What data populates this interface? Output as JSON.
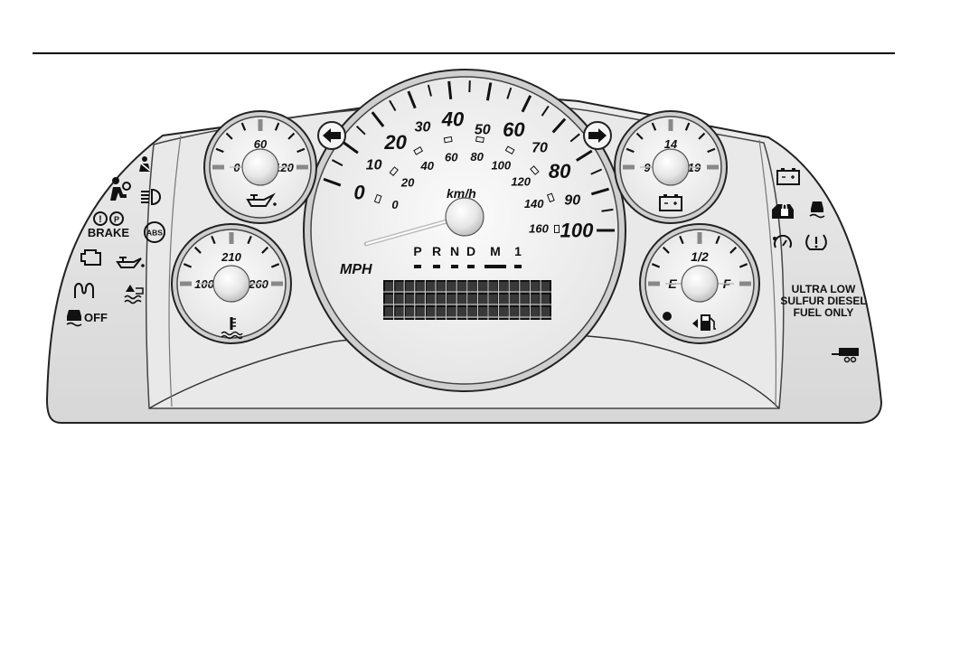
{
  "speedometer": {
    "mph_labels": [
      "0",
      "10",
      "20",
      "30",
      "40",
      "50",
      "60",
      "70",
      "80",
      "90",
      "100"
    ],
    "kmh_labels": [
      "0",
      "20",
      "40",
      "60",
      "80",
      "100",
      "120",
      "140",
      "160"
    ],
    "unit_mph": "MPH",
    "unit_kmh": "km/h",
    "prndl": [
      "P",
      "R",
      "N",
      "D",
      "M",
      "1"
    ]
  },
  "oil_pressure_gauge": {
    "min": "0",
    "mid": "60",
    "max": "120",
    "icon": "oil-can-icon"
  },
  "coolant_temp_gauge": {
    "min": "100",
    "mid": "210",
    "max": "260",
    "icon": "thermometer-icon"
  },
  "voltmeter": {
    "min": "9",
    "mid": "14",
    "max": "19",
    "icon": "battery-icon"
  },
  "fuel_gauge": {
    "min": "E",
    "mid": "1/2",
    "max": "F",
    "icon": "fuel-pump-icon"
  },
  "left_telltales": {
    "brake_label": "BRAKE",
    "abs_label": "ABS",
    "traction_off_label": "OFF",
    "icons": [
      "seatbelt-icon",
      "airbag-icon",
      "headlamp-icon",
      "brake-warning-icon",
      "abs-icon",
      "check-engine-icon",
      "oil-pressure-icon",
      "glow-plug-icon",
      "water-in-fuel-icon",
      "traction-control-off-icon"
    ]
  },
  "right_telltales": {
    "notice_line1": "ULTRA LOW",
    "notice_line2": "SULFUR DIESEL",
    "notice_line3": "FUEL ONLY",
    "icons": [
      "charging-system-icon",
      "security-icon",
      "stability-control-icon",
      "cruise-control-icon",
      "tire-pressure-icon",
      "trailer-icon"
    ]
  },
  "turn_signals": [
    "left-turn-arrow-icon",
    "right-turn-arrow-icon"
  ],
  "colors": {
    "panel": "#e2e2e2",
    "dial": "#f3f3f3",
    "ink": "#111111",
    "lcd": "#111111"
  }
}
